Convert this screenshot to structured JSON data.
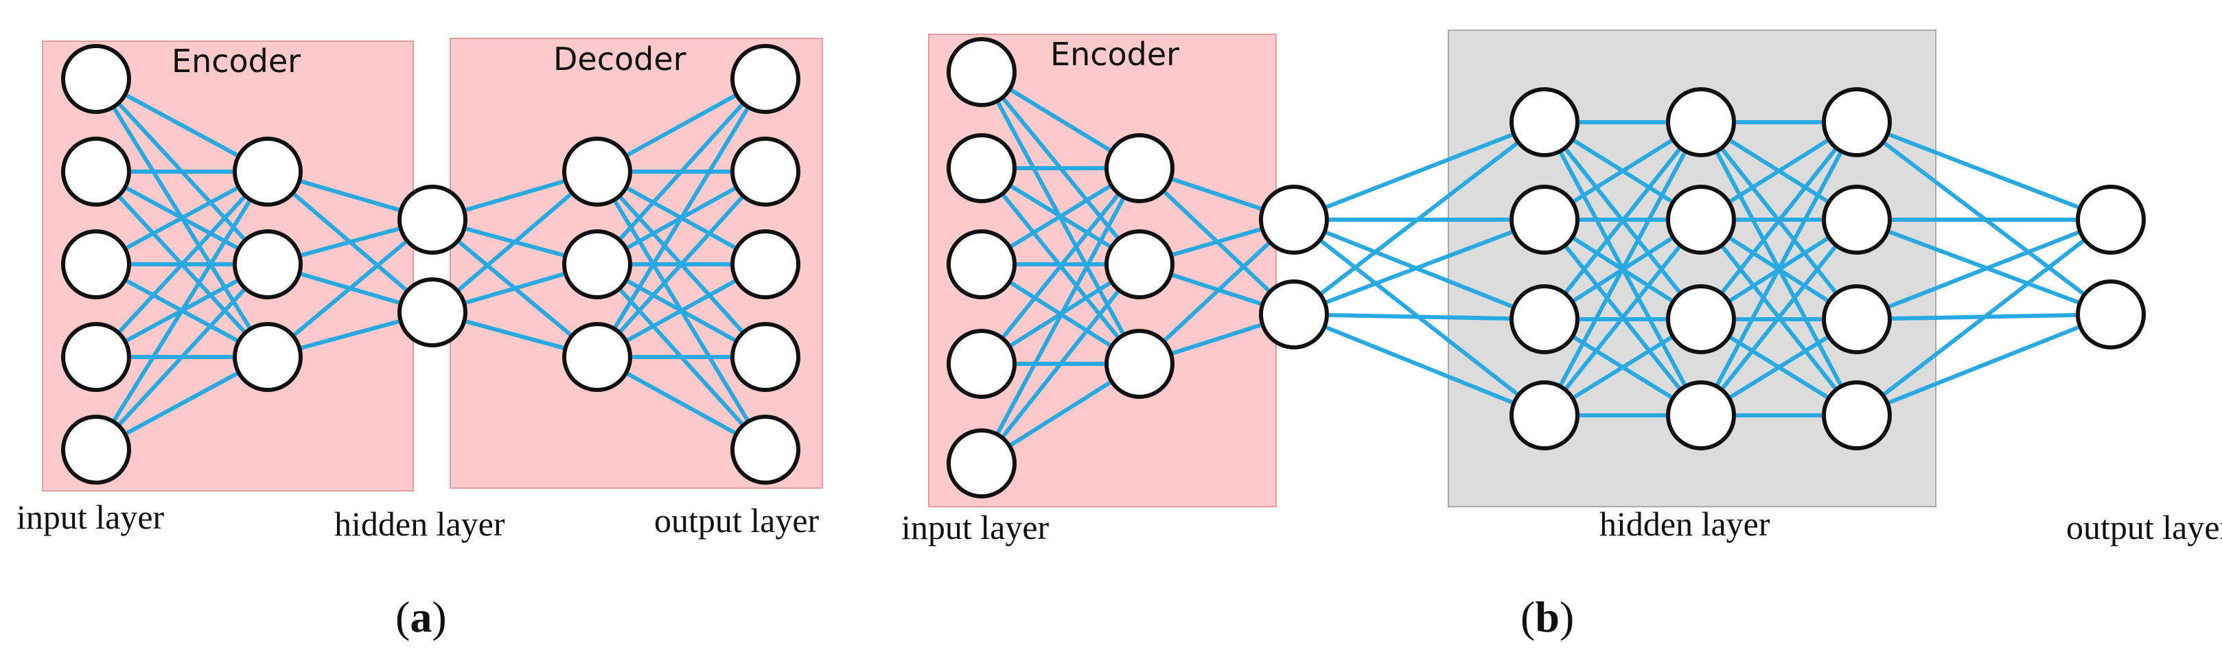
{
  "panel_a": {
    "encoder_label": "Encoder",
    "decoder_label": "Decoder",
    "input_layer_label": "input layer",
    "hidden_layer_label": "hidden layer",
    "output_layer_label": "output layer",
    "caption_open": "(",
    "caption_letter": "a",
    "caption_close": ")"
  },
  "panel_b": {
    "encoder_label": "Encoder",
    "input_layer_label": "input layer",
    "hidden_layer_label": "hidden layer",
    "output_layer_label": "output layer",
    "caption_open": "(",
    "caption_letter": "b",
    "caption_close": ")"
  },
  "colors": {
    "edge": "#29a9e1",
    "encoder_box": "#fccaca",
    "decoder_box": "#fccaca",
    "hidden_box": "#dcdcdc",
    "node_stroke": "#111111"
  }
}
